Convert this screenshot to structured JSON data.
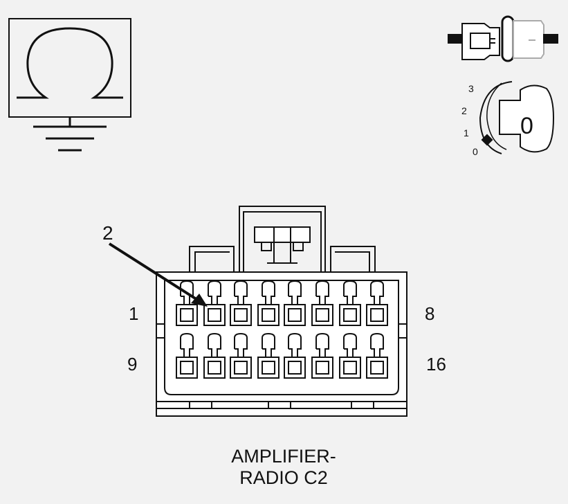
{
  "diagram": {
    "caption_line1": "AMPLIFIER-",
    "caption_line2": "RADIO C2",
    "callout_label": "2",
    "pin_labels": {
      "top_left": "1",
      "top_right": "8",
      "bottom_left": "9",
      "bottom_right": "16"
    },
    "ignition_positions": [
      "3",
      "2",
      "1",
      "0"
    ],
    "key_label": "0",
    "icons": [
      "ohm-ground-icon",
      "connector-disconnect-icon",
      "ignition-key-icon"
    ]
  }
}
